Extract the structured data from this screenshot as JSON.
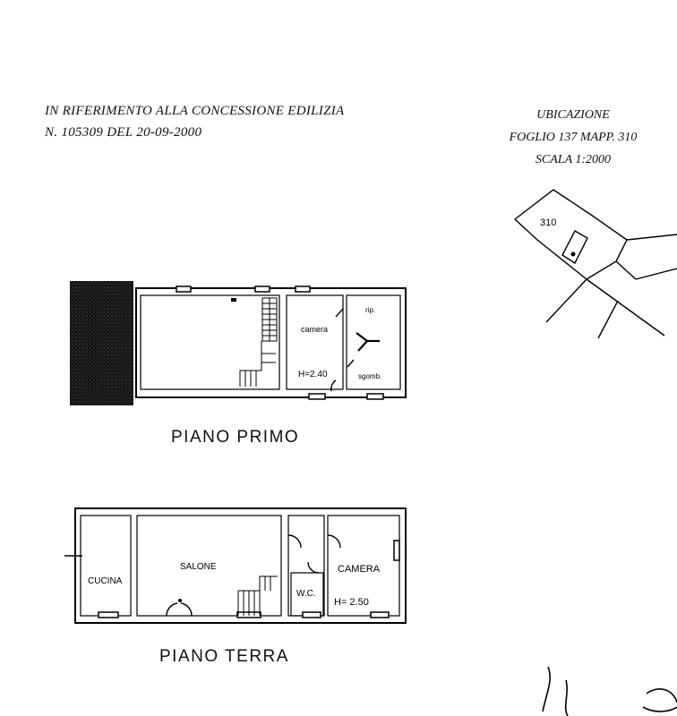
{
  "reference": {
    "line1": "IN RIFERIMENTO ALLA CONCESSIONE EDILIZIA",
    "line2": "N. 105309 DEL 20-09-2000"
  },
  "location": {
    "title": "UBICAZIONE",
    "sheet": "FOGLIO 137 MAPP. 310",
    "scale": "SCALA 1:2000",
    "parcel": "310"
  },
  "first_floor": {
    "title": "PIANO PRIMO",
    "rooms": {
      "camera": "camera",
      "rip": "rip.",
      "sgomb": "sgomb.",
      "height": "H=2.40"
    }
  },
  "ground_floor": {
    "title": "PIANO TERRA",
    "rooms": {
      "cucina": "CUCINA",
      "salone": "SALONE",
      "wc": "W.C.",
      "camera": "CAMERA",
      "height": "H= 2.50"
    }
  }
}
